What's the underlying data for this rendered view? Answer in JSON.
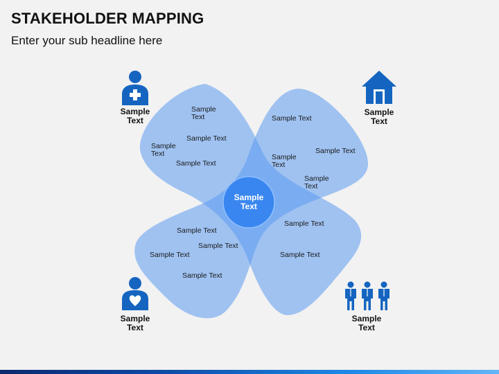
{
  "header": {
    "title": "STAKEHOLDER MAPPING",
    "subtitle": "Enter your sub headline here"
  },
  "center": {
    "label": "Sample\nText"
  },
  "petals": {
    "top_left": [
      "Sample\nText",
      "Sample Text",
      "Sample\nText",
      "Sample Text"
    ],
    "top_right": [
      "Sample Text",
      "Sample Text",
      "Sample\nText",
      "Sample\nText"
    ],
    "bottom_left": [
      "Sample Text",
      "Sample Text",
      "Sample Text",
      "Sample Text"
    ],
    "bottom_right": [
      "Sample Text",
      "Sample Text"
    ]
  },
  "corners": {
    "top_left": {
      "label": "Sample\nText",
      "icon": "medical-person-icon"
    },
    "top_right": {
      "label": "Sample\nText",
      "icon": "house-icon"
    },
    "bottom_left": {
      "label": "Sample\nText",
      "icon": "heart-person-icon"
    },
    "bottom_right": {
      "label": "Sample\nText",
      "icon": "group-people-icon"
    }
  },
  "colors": {
    "petal_fill": "#5b9bf0",
    "center_fill": "#3a86f0",
    "icon_fill": "#1565c0"
  }
}
